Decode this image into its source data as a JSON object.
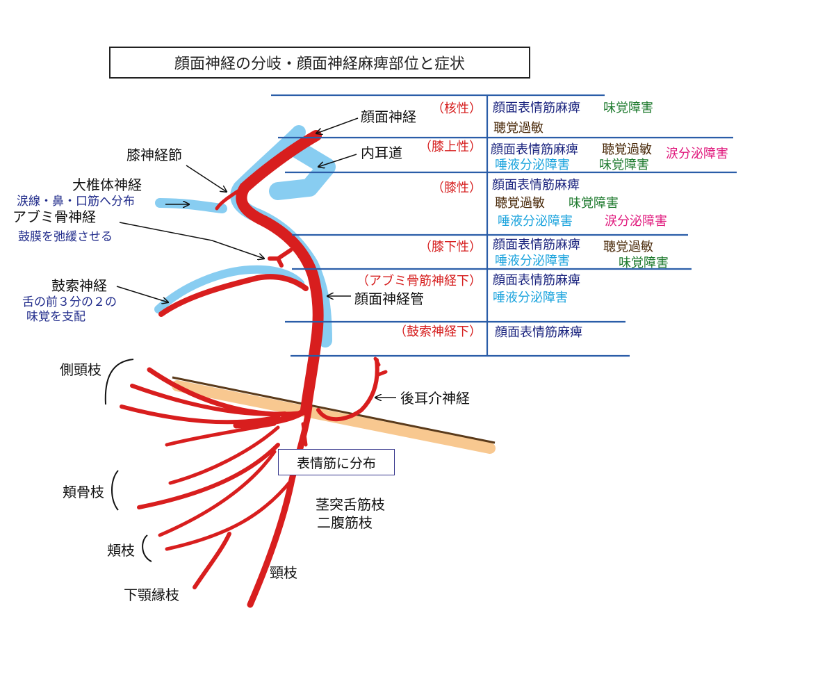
{
  "title": "顔面神経の分岐・顔面神経麻痺部位と症状",
  "colors": {
    "nerve": "#d81e1e",
    "canal": "#7cc8f0",
    "gland": "#f8c890",
    "line": "#2a5da8",
    "parotid_line": "#5a3a1a"
  },
  "labels": {
    "facial_nerve": "顔面神経",
    "inner_ear": "内耳道",
    "geniculate": "膝神経節",
    "gsp": "大椎体神経",
    "gsp_desc": "涙線・鼻・口筋へ分布",
    "stapedius": "アブミ骨神経",
    "stapedius_desc": "鼓膜を弛緩させる",
    "chorda": "鼓索神経",
    "chorda_desc1": "舌の前３分の２の",
    "chorda_desc2": "味覚を支配",
    "canal": "顔面神経管",
    "temporal": "側頭枝",
    "posterior_auricular": "後耳介神経",
    "expression": "表情筋に分布",
    "zygomatic": "頬骨枝",
    "stylohyoid": "茎突舌筋枝",
    "digastric": "二腹筋枝",
    "buccal": "頬枝",
    "cervical": "頸枝",
    "mandibular": "下顎縁枝"
  },
  "levels": [
    {
      "name": "（核性）",
      "lines": [
        [
          {
            "text": "顔面表情筋麻痺",
            "type": "face"
          },
          {
            "text": "味覚障害",
            "type": "taste"
          }
        ],
        [
          {
            "text": "聴覚過敏",
            "type": "hear"
          }
        ]
      ]
    },
    {
      "name": "（膝上性）",
      "lines": [
        [
          {
            "text": "顔面表情筋麻痺",
            "type": "face"
          },
          {
            "text": "聴覚過敏",
            "type": "hear"
          },
          {
            "text": "涙分泌障害",
            "type": "tear"
          }
        ],
        [
          {
            "text": "唾液分泌障害",
            "type": "saliva"
          },
          {
            "text": "味覚障害",
            "type": "taste"
          }
        ]
      ]
    },
    {
      "name": "（膝性）",
      "lines": [
        [
          {
            "text": "顔面表情筋麻痺",
            "type": "face"
          }
        ],
        [
          {
            "text": "聴覚過敏",
            "type": "hear"
          },
          {
            "text": "味覚障害",
            "type": "taste"
          }
        ],
        [
          {
            "text": "唾液分泌障害",
            "type": "saliva"
          },
          {
            "text": "涙分泌障害",
            "type": "tear"
          }
        ]
      ]
    },
    {
      "name": "（膝下性）",
      "lines": [
        [
          {
            "text": "顔面表情筋麻痺",
            "type": "face"
          },
          {
            "text": "聴覚過敏",
            "type": "hear"
          }
        ],
        [
          {
            "text": "唾液分泌障害",
            "type": "saliva"
          },
          {
            "text": "味覚障害",
            "type": "taste"
          }
        ]
      ]
    },
    {
      "name": "（アブミ骨筋神経下）",
      "lines": [
        [
          {
            "text": "顔面表情筋麻痺",
            "type": "face"
          }
        ],
        [
          {
            "text": "唾液分泌障害",
            "type": "saliva"
          }
        ]
      ]
    },
    {
      "name": "（鼓索神経下）",
      "lines": [
        [
          {
            "text": "顔面表情筋麻痺",
            "type": "face"
          }
        ]
      ]
    }
  ]
}
